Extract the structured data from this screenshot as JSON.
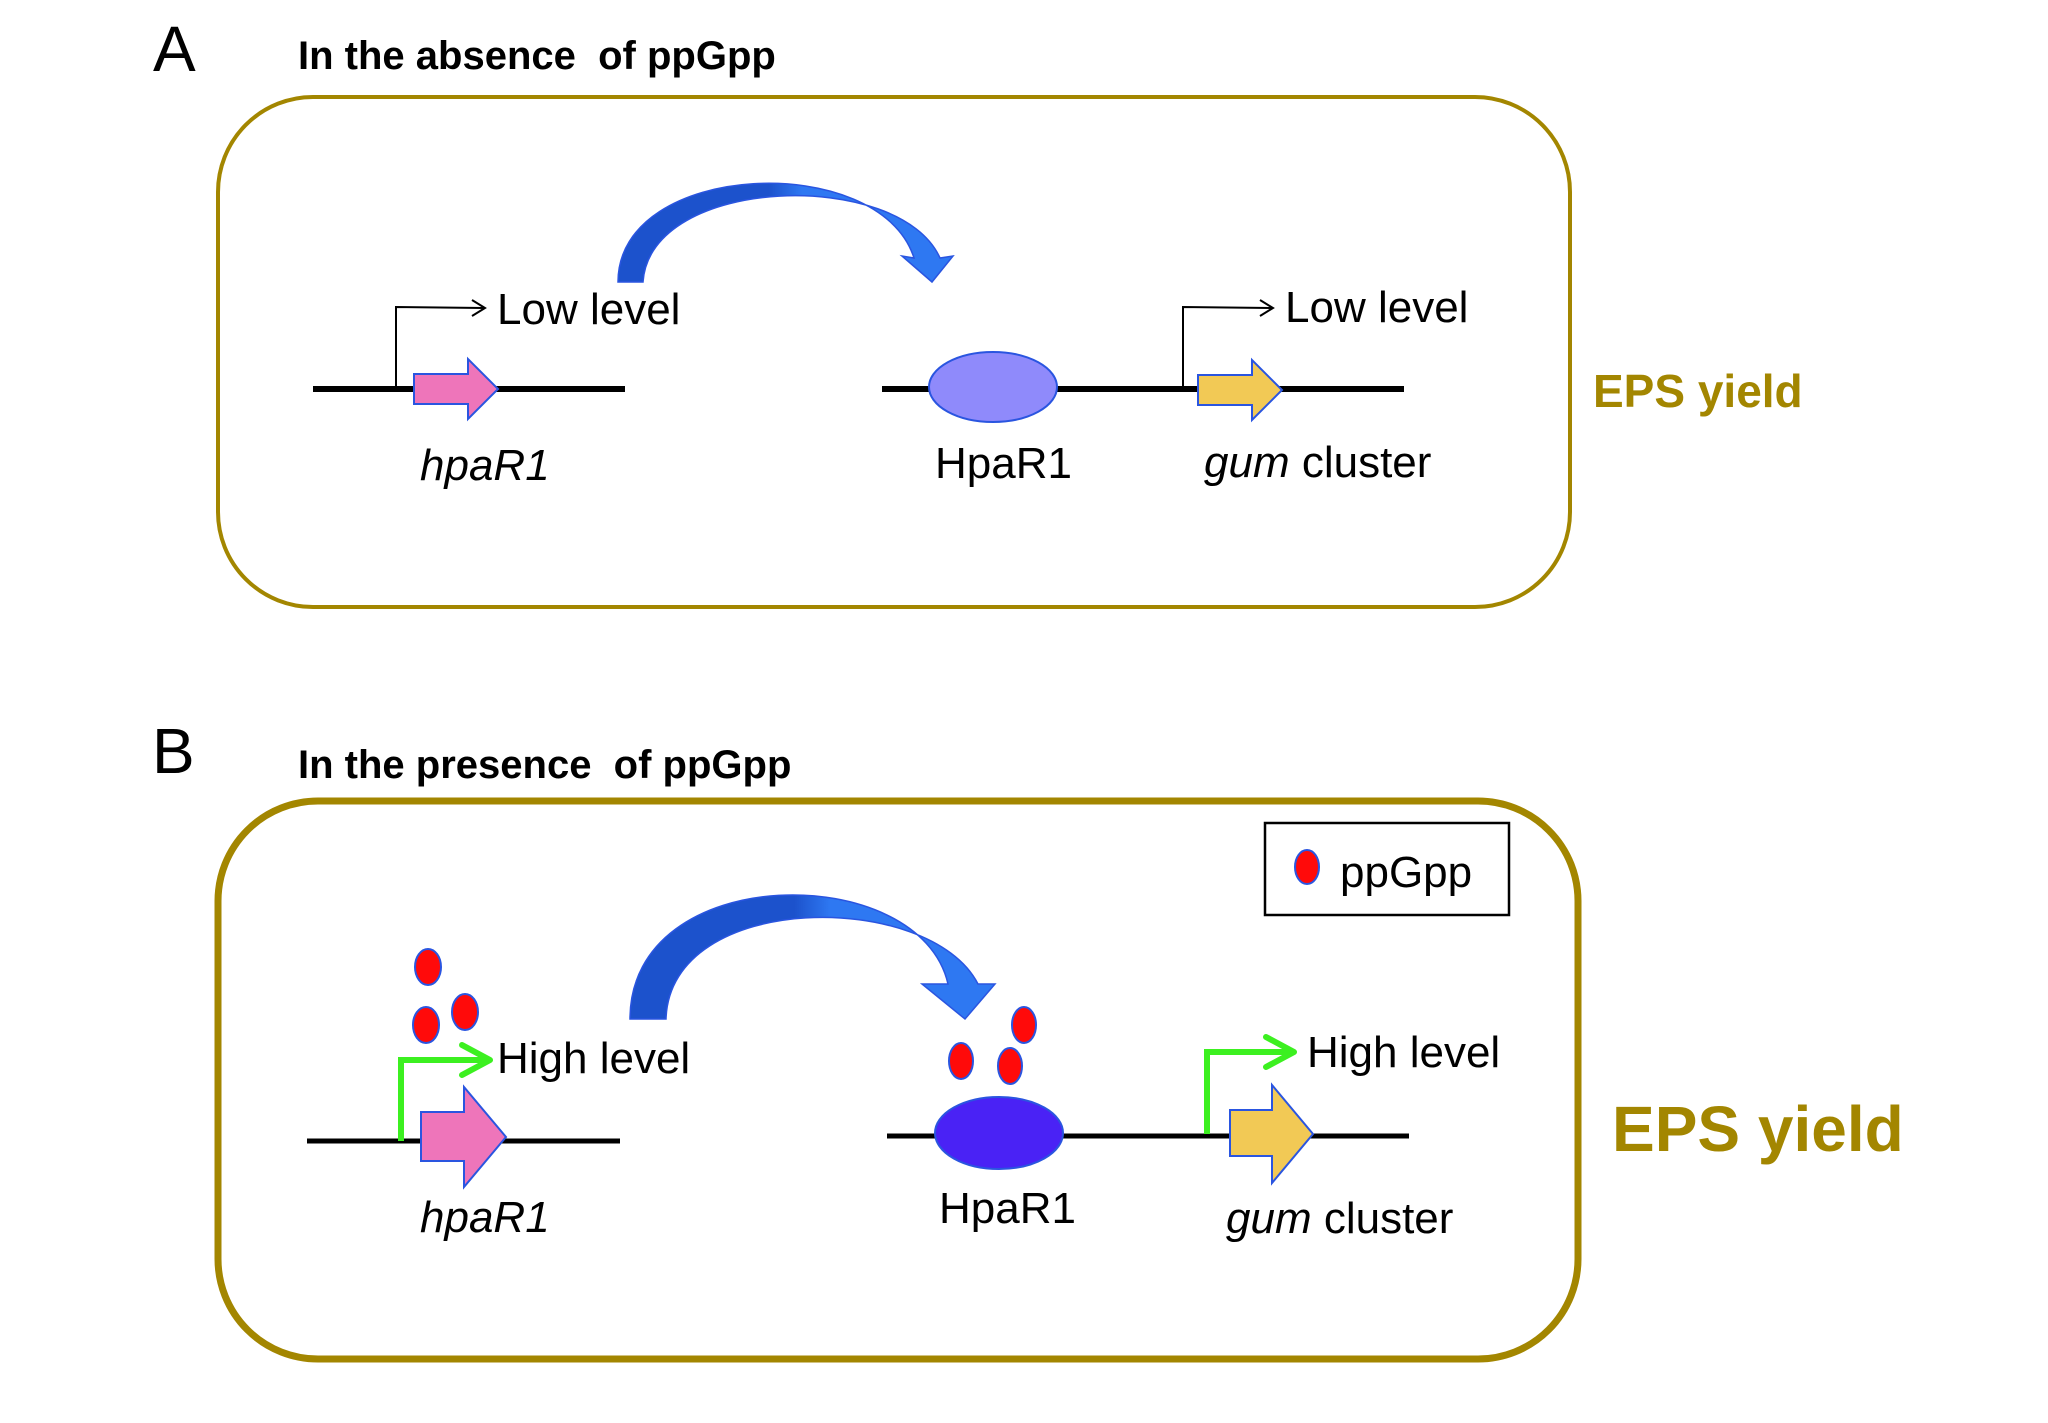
{
  "colors": {
    "frame": "#A38600",
    "eps_text": "#A38600",
    "dna": "#000000",
    "hpaR1_gene": "#EE75BA",
    "gum_gene": "#F2C955",
    "gene_outline": "#2A55E0",
    "hpaR1_protein_low": "#8F8AFB",
    "hpaR1_protein_high": "#4A22F5",
    "ppGpp_fill": "#FF0A0A",
    "ppGpp_outline": "#2A55E0",
    "promoter_low": "#000000",
    "promoter_high": "#3CF020",
    "arc_dark": "#1C52CC",
    "arc_light": "#2E78F2"
  },
  "panel_a": {
    "letter": "A",
    "title": "In the absence  of ppGpp",
    "hpaR1_expression": "Low level",
    "gum_expression": "Low level",
    "gene_label": "hpaR1",
    "protein_label": "HpaR1",
    "gum_label_italic": "gum",
    "gum_label_rest": " cluster",
    "eps_label": "EPS yield"
  },
  "panel_b": {
    "letter": "B",
    "title": "In the presence  of ppGpp",
    "hpaR1_expression": "High level",
    "gum_expression": "High level",
    "gene_label": "hpaR1",
    "protein_label": "HpaR1",
    "gum_label_italic": "gum",
    "gum_label_rest": " cluster",
    "eps_label": "EPS yield",
    "legend_label": "ppGpp"
  }
}
